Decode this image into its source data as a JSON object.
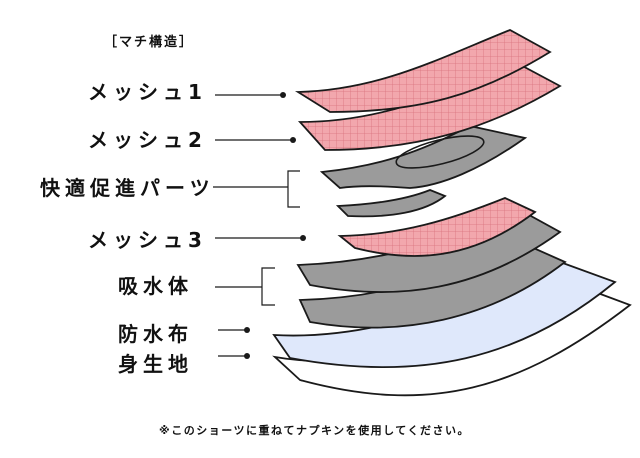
{
  "title": "［マチ構造］",
  "layers": [
    {
      "label": "メッシュ1",
      "type": "mesh"
    },
    {
      "label": "メッシュ2",
      "type": "mesh"
    },
    {
      "label": "快適促進パーツ",
      "type": "comfort"
    },
    {
      "label": "メッシュ3",
      "type": "mesh"
    },
    {
      "label": "吸水体",
      "type": "absorbent"
    },
    {
      "label": "防水布",
      "type": "waterproof"
    },
    {
      "label": "身生地",
      "type": "body-fabric"
    }
  ],
  "footnote": "※このショーツに重ねてナプキンを使用してください。",
  "colors": {
    "mesh": "#f2a7ad",
    "mesh_grid": "#d9727d",
    "gray": "#9b9b9b",
    "waterproof": "#dfe8fb",
    "body_fabric": "#ffffff",
    "outline": "#1a1a1a"
  }
}
